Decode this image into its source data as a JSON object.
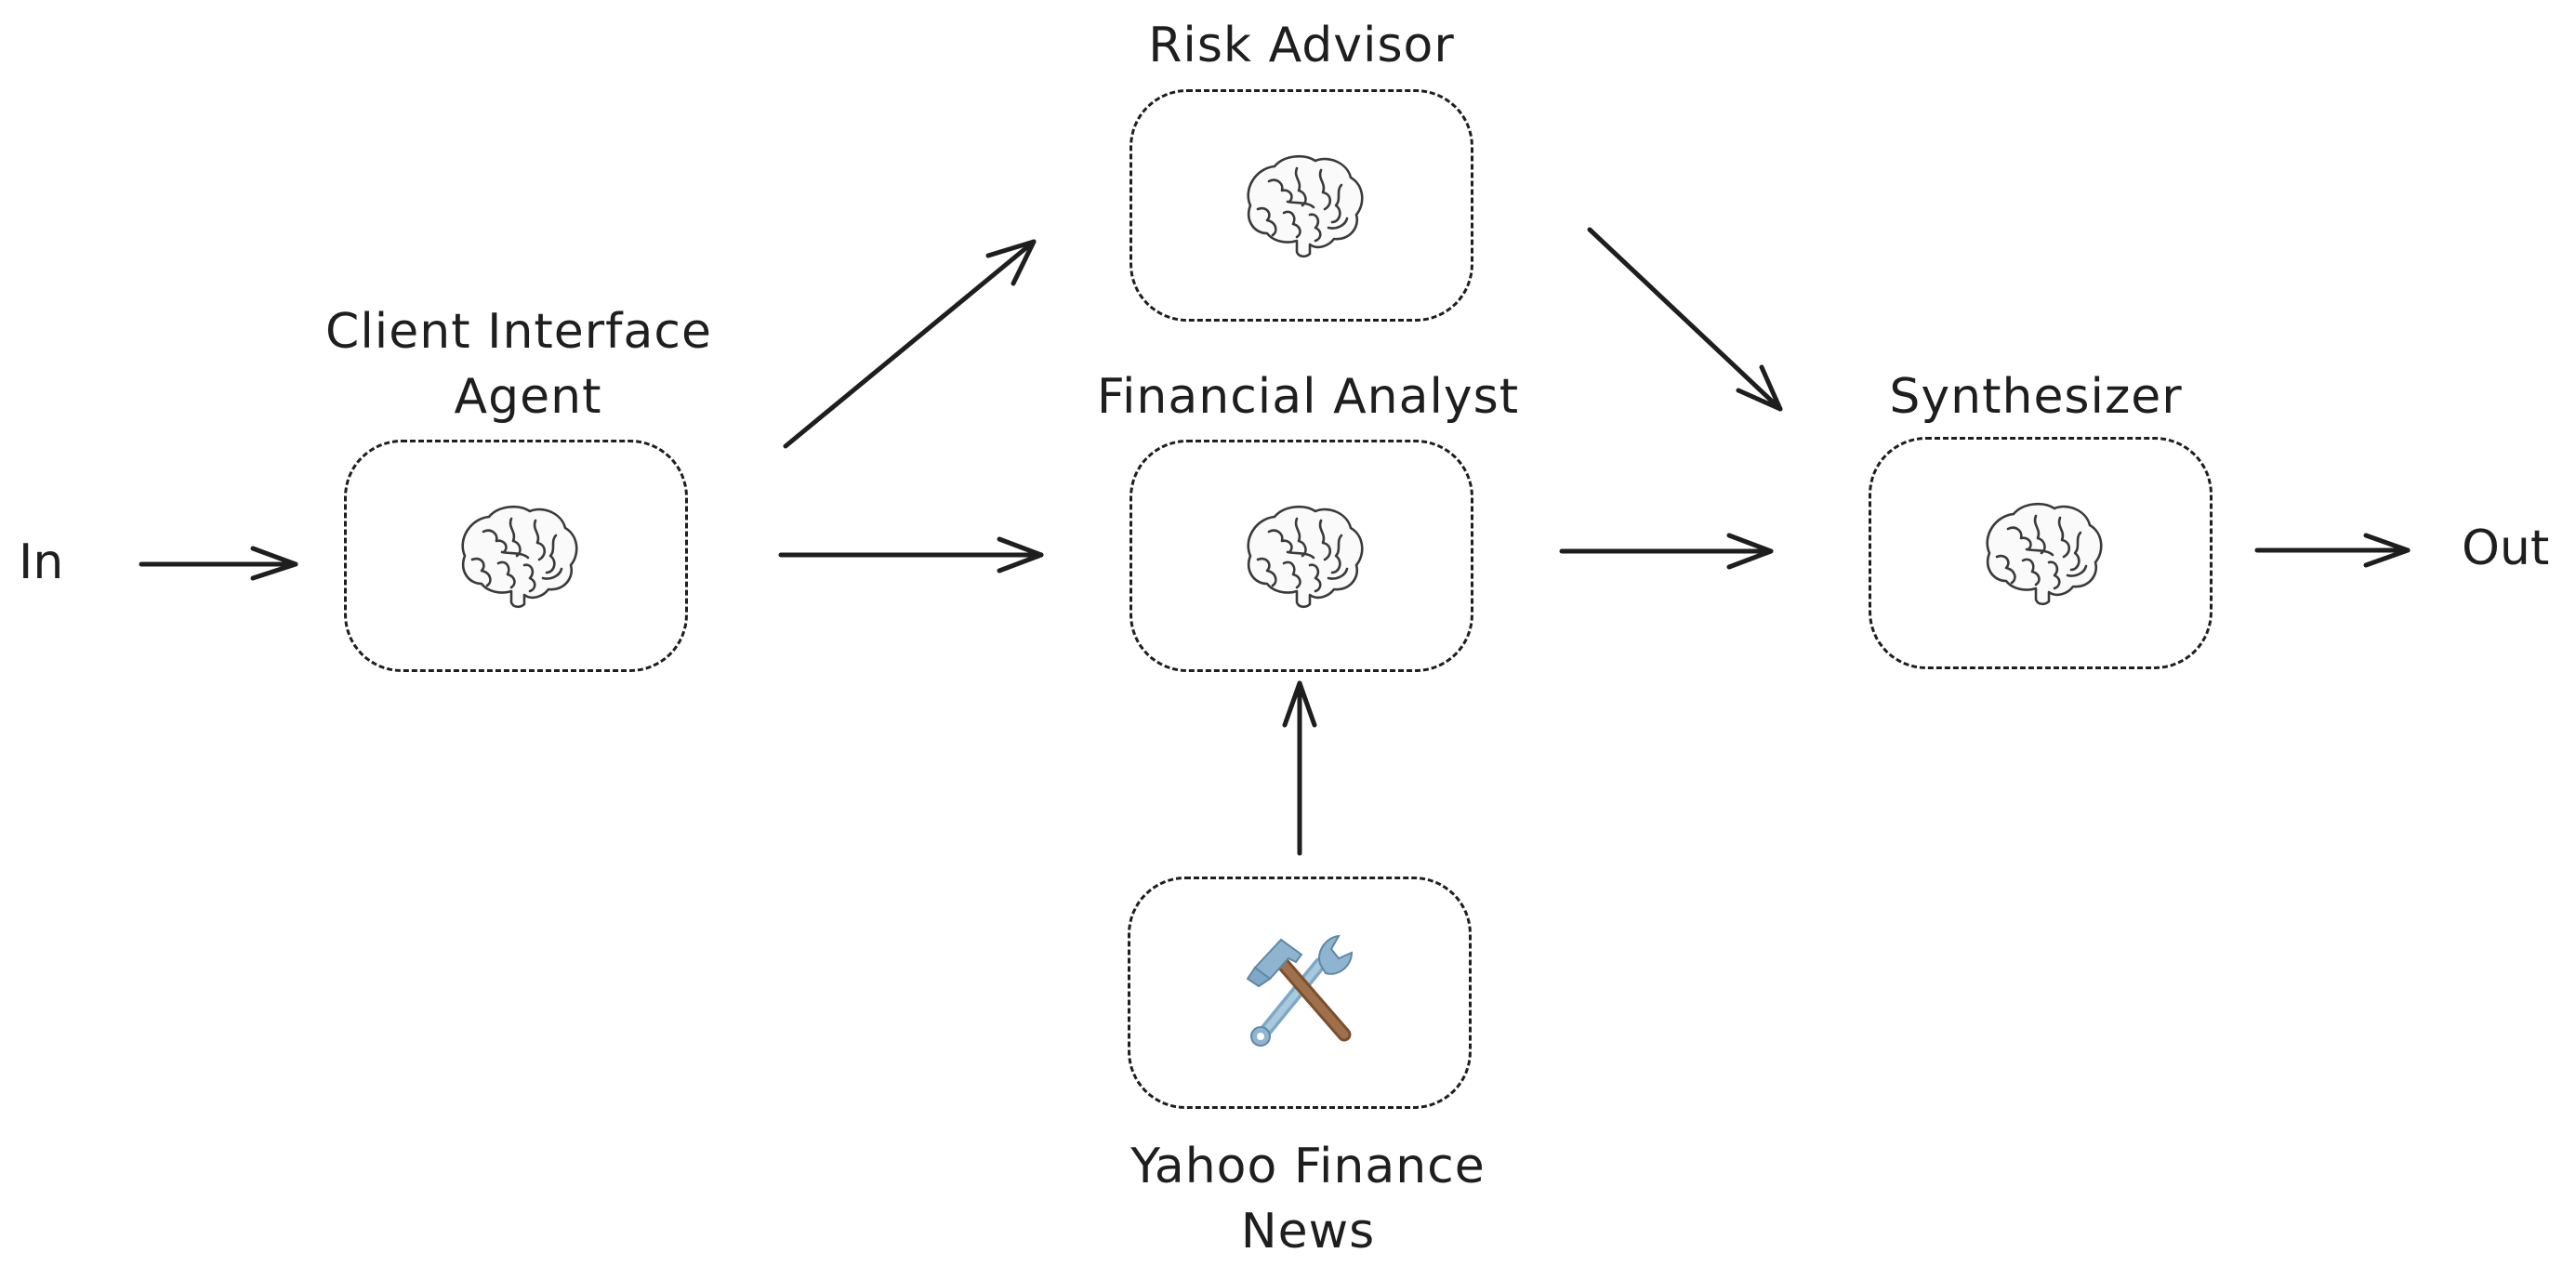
{
  "input_label": "In",
  "output_label": "Out",
  "nodes": {
    "client_interface": {
      "title_line1": "Client Interface",
      "title_line2": "Agent",
      "icon": "brain-icon"
    },
    "risk_advisor": {
      "title": "Risk Advisor",
      "icon": "brain-icon"
    },
    "financial_analyst": {
      "title": "Financial Analyst",
      "icon": "brain-icon"
    },
    "synthesizer": {
      "title": "Synthesizer",
      "icon": "brain-icon"
    },
    "yahoo_finance": {
      "title_line1": "Yahoo Finance",
      "title_line2": "News",
      "icon": "hammer-and-wrench-icon"
    }
  },
  "colors": {
    "stroke": "#1e1e1e",
    "background": "#ffffff",
    "tool_handle": "#a0704a",
    "tool_metal": "#8fb4cf"
  }
}
